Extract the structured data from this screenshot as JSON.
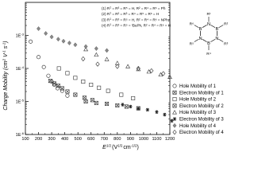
{
  "chart_data": {
    "type": "scatter",
    "xlabel": "E",
    "xlabel_exponent": "1/2",
    "xlabel_unit_prefix": "(V",
    "xlabel_unit_exponent": "1/2",
    "xlabel_unit_mid": "cm",
    "xlabel_unit_exponent2": "-1/2",
    "xlabel_unit_suffix": ")",
    "ylabel": "Charge Mobility (cm",
    "ylabel_exp1": "2",
    "ylabel_mid1": " V",
    "ylabel_exp2": "-1",
    "ylabel_mid2": " s",
    "ylabel_exp3": "-1",
    "ylabel_end": ")",
    "xlim": [
      100,
      1200
    ],
    "ylim_log10": [
      -6,
      -2
    ],
    "y_scale": "log",
    "x_ticks": [
      "100",
      "200",
      "300",
      "400",
      "500",
      "600",
      "700",
      "800",
      "900",
      "1000",
      "1100",
      "1200"
    ],
    "y_ticks": [
      {
        "base": "1E",
        "exp": "-6",
        "log": -6
      },
      {
        "base": "1E",
        "exp": "-5",
        "log": -5
      },
      {
        "base": "1E",
        "exp": "-4",
        "log": -4
      },
      {
        "base": "1E",
        "exp": "-3",
        "log": -3
      }
    ],
    "legend_placement": "right",
    "series": [
      {
        "name": "Hole Mobility of 1",
        "marker": "circle",
        "points": [
          [
            140,
            0.00065
          ],
          [
            200,
            0.00022
          ],
          [
            240,
            0.00011
          ],
          [
            275,
            6e-05
          ],
          [
            300,
            4e-05
          ],
          [
            320,
            3.2e-05
          ],
          [
            345,
            2.5e-05
          ],
          [
            380,
            2.1e-05
          ],
          [
            420,
            1.5e-05
          ]
        ]
      },
      {
        "name": "Electron Mobility of 1",
        "marker": "x-square",
        "points": [
          [
            290,
            4.2e-05
          ],
          [
            320,
            3.5e-05
          ],
          [
            350,
            3e-05
          ],
          [
            380,
            2.5e-05
          ],
          [
            420,
            2e-05
          ],
          [
            480,
            1.6e-05
          ],
          [
            550,
            1.3e-05
          ],
          [
            610,
            1.1e-05
          ]
        ]
      },
      {
        "name": "Hole Mobility of 2",
        "marker": "square",
        "points": [
          [
            355,
            0.0001
          ],
          [
            420,
            7.2e-05
          ],
          [
            480,
            5.2e-05
          ],
          [
            540,
            4e-05
          ],
          [
            600,
            3.2e-05
          ],
          [
            660,
            2.6e-05
          ],
          [
            730,
            2.1e-05
          ],
          [
            830,
            1.6e-05
          ],
          [
            920,
            1.25e-05
          ]
        ]
      },
      {
        "name": "Electron Mobility of 2",
        "marker": "x-square",
        "points": [
          [
            560,
            1e-05
          ],
          [
            640,
            9e-06
          ],
          [
            720,
            8.5e-06
          ],
          [
            800,
            7.6e-06
          ],
          [
            870,
            7e-06
          ],
          [
            960,
            6.2e-06
          ]
        ]
      },
      {
        "name": "Hole Mobility of 3",
        "marker": "triangle",
        "points": [
          [
            560,
            0.00038
          ],
          [
            640,
            0.00026
          ],
          [
            720,
            0.00019
          ],
          [
            800,
            0.000145
          ],
          [
            880,
            0.000115
          ],
          [
            960,
            9.5e-05
          ],
          [
            1040,
            8e-05
          ],
          [
            1130,
            6.5e-05
          ],
          [
            1200,
            5.5e-05
          ]
        ]
      },
      {
        "name": "Electron Mobility of 3",
        "marker": "asterisk",
        "points": [
          [
            840,
            8e-06
          ],
          [
            900,
            7e-06
          ],
          [
            960,
            6.1e-06
          ],
          [
            1030,
            5.6e-06
          ],
          [
            1100,
            4.8e-06
          ],
          [
            1160,
            4e-06
          ],
          [
            1215,
            2.6e-06
          ]
        ]
      },
      {
        "name": "Hole Mobility of 4",
        "marker": "diamond-filled",
        "points": [
          [
            200,
            0.0016
          ],
          [
            255,
            0.00115
          ],
          [
            300,
            0.0009
          ],
          [
            350,
            0.00077
          ],
          [
            390,
            0.00067
          ],
          [
            435,
            0.00059
          ],
          [
            480,
            0.00052
          ],
          [
            560,
            0.00046
          ],
          [
            640,
            0.0004
          ],
          [
            720,
            0.00035
          ]
        ]
      },
      {
        "name": "Electron Mobility of 4",
        "marker": "diamond",
        "points": [
          [
            540,
            0.000195
          ],
          [
            650,
            0.000135
          ],
          [
            800,
            0.000115
          ],
          [
            960,
            0.0001
          ],
          [
            1060,
            8.5e-05
          ],
          [
            1150,
            7e-05
          ]
        ]
      }
    ]
  },
  "compounds": [
    {
      "label": "(1) R",
      "sup": "1",
      "rest": " = R³ = R⁵ = H, R² = R⁴ = R⁶ = Ph"
    },
    {
      "label": "(2) R",
      "sup": "1",
      "rest": " = R² = R³ = R⁴ = R⁵ = R⁶ = H"
    },
    {
      "label": "(3) R",
      "sup": "1",
      "rest": " = R³ = R⁵ = H, R² = R⁴ = R⁶ = NPh₂"
    },
    {
      "label": "(4) R",
      "sup": "1",
      "rest": " = R³ = R⁵ = ᵗBuPh, R² = R⁴ = R⁶ = H"
    }
  ],
  "structure": {
    "ring_atoms": [
      "N",
      "B",
      "N",
      "B",
      "N",
      "B"
    ],
    "substituents": [
      "R¹",
      "R²",
      "R³",
      "R⁴",
      "R⁵",
      "R⁶"
    ]
  }
}
